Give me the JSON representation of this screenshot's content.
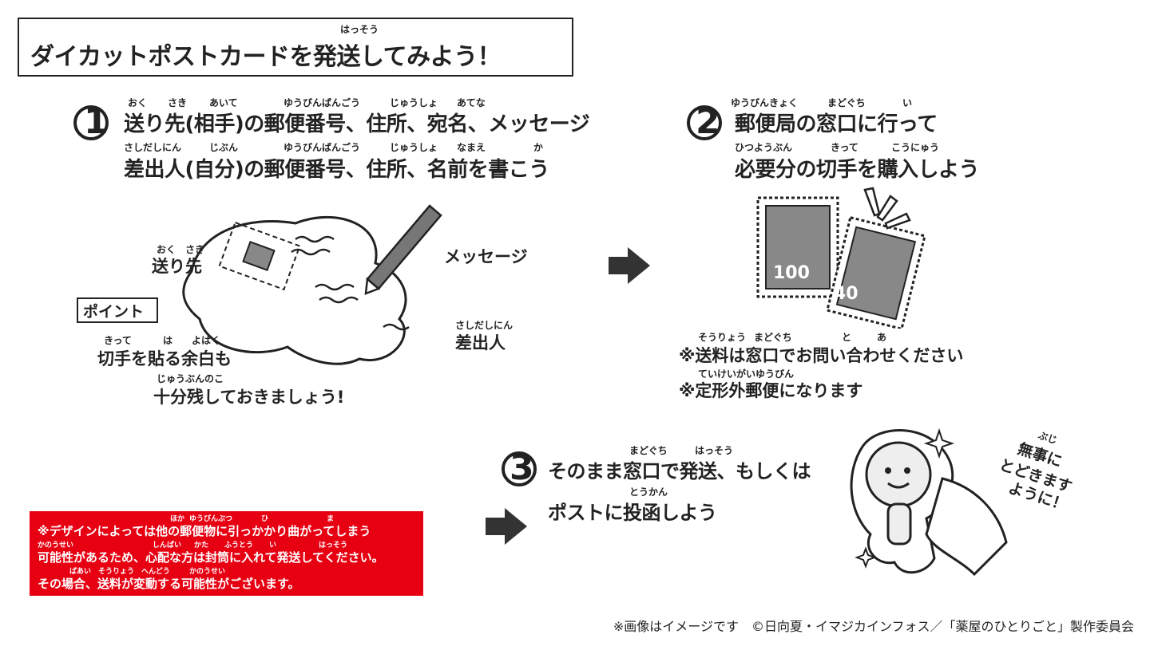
{
  "title": {
    "text": "ダイカットポストカードを発送してみよう！",
    "ruby_hassou": "はっそう"
  },
  "step1": {
    "number": "1",
    "line1": "送り先(相手)の郵便番号、住所、宛名、メッセージ",
    "line1_ruby": [
      "おく",
      "さき",
      "あいて",
      "ゆうびんばんごう",
      "じゅうしょ",
      "あてな"
    ],
    "line2": "差出人(自分)の郵便番号、住所、名前を書こう",
    "line2_ruby": [
      "さしだしにん",
      "じぶん",
      "ゆうびんばんごう",
      "じゅうしょ",
      "なまえ",
      "か"
    ],
    "label_okurisaki": "送り先",
    "label_okurisaki_ruby": "おく　さき",
    "label_message": "メッセージ",
    "label_sashidashinin": "差出人",
    "label_sashidashinin_ruby": "さしだしにん",
    "point_label": "ポイント",
    "point_text1": "切手を貼る余白も",
    "point_text1_ruby": [
      "きって",
      "は",
      "よはく"
    ],
    "point_text2": "十分残しておきましょう!",
    "point_text2_ruby": "じゅうぶんのこ"
  },
  "step2": {
    "number": "2",
    "line1": "郵便局の窓口に行って",
    "line1_ruby": [
      "ゆうびんきょく",
      "まどぐち",
      "い"
    ],
    "line2": "必要分の切手を購入しよう",
    "line2_ruby": [
      "ひつようぶん",
      "きって",
      "こうにゅう"
    ],
    "stamp1_value": "100",
    "stamp2_value": "40",
    "note1": "※送料は窓口でお問い合わせください",
    "note1_ruby": [
      "そうりょう",
      "まどぐち",
      "と",
      "あ"
    ],
    "note2": "※定形外郵便になります",
    "note2_ruby": "ていけいがいゆうびん"
  },
  "step3": {
    "number": "3",
    "line1": "そのまま窓口で発送、もしくは",
    "line1_ruby": [
      "まどぐち",
      "はっそう"
    ],
    "line2": "ポストに投函しよう",
    "line2_ruby": "とうかん",
    "bubble_line1": "無事に",
    "bubble_line1_ruby": "ぶじ",
    "bubble_line2": "とどきます",
    "bubble_line3": "ように！"
  },
  "warning": {
    "line1": "※デザインによっては他の郵便物に引っかかり曲がってしまう",
    "line1_ruby": [
      "ほか",
      "ゆうびんぶつ",
      "ひ",
      "ま"
    ],
    "line2": "可能性があるため、心配な方は封筒に入れて発送してください。",
    "line2_ruby": [
      "かのうせい",
      "しんぱい",
      "かた",
      "ふうとう",
      "い",
      "はっそう"
    ],
    "line3": "その場合、送料が変動する可能性がございます。",
    "line3_ruby": [
      "ばあい",
      "そうりょう",
      "へんどう",
      "かのうせい"
    ],
    "bg_color": "#e60012"
  },
  "footer": {
    "text": "※画像はイメージです　©日向夏・イマジカインフォス／「薬屋のひとりごと」製作委員会"
  }
}
